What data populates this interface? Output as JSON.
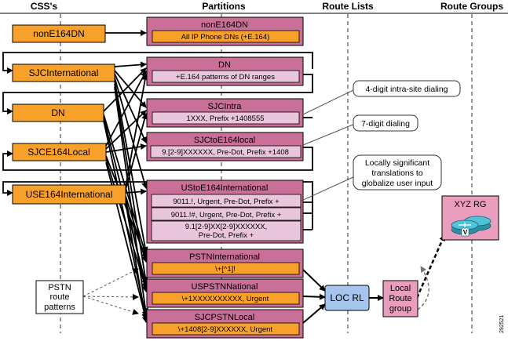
{
  "headers": {
    "css": "CSS's",
    "partitions": "Partitions",
    "route_lists": "Route Lists",
    "route_groups": "Route Groups"
  },
  "css_boxes": [
    "nonE164DN",
    "SJCInternational",
    "DN",
    "SJCE164Local",
    "USE164International"
  ],
  "partitions": {
    "p1": {
      "title": "nonE164DN",
      "pattern": "All IP Phone DNs (+E.164)"
    },
    "p2": {
      "title": "DN",
      "pattern": "+E.164 patterns of DN ranges"
    },
    "p3": {
      "title": "SJCIntra",
      "pattern": "1XXX, Prefix +1408555"
    },
    "p4": {
      "title": "SJCtoE164local",
      "pattern": "9.[2-9]XXXXXX, Pre-Dot, Prefix +1408"
    },
    "p5": {
      "title": "UStoE164International",
      "pattern1": "9011.!, Urgent, Pre-Dot, Prefix +",
      "pattern2": "9011.!#, Urgent, Pre-Dot, Prefix +",
      "pattern3a": "9.1[2-9]XX[2-9]XXXXXX,",
      "pattern3b": "Pre-Dot, Prefix +"
    },
    "p6": {
      "title": "PSTNInternational",
      "pattern": "\\+[^1]!"
    },
    "p7": {
      "title": "USPSTNNational",
      "pattern": "\\+1XXXXXXXXXX, Urgent"
    },
    "p8": {
      "title": "SJCPSTNLocal",
      "pattern": "\\+1408[2-9]XXXXXX, Urgent"
    }
  },
  "callouts": {
    "c1": "4-digit intra-site dialing",
    "c2": "7-digit dialing",
    "c3_lines": [
      "Locally significant",
      "translations to",
      "globalize user input"
    ]
  },
  "pstn_box_lines": [
    "PSTN",
    "route",
    "patterns"
  ],
  "route_list": "LOC RL",
  "local_route_group_lines": [
    "Local",
    "Route",
    "group"
  ],
  "xyz_rg": "XYZ RG",
  "router_label": "V",
  "figure_id": "292521",
  "colors": {
    "css_fill": "#f7a12a",
    "partition_fill": "#c96f98",
    "pattern_fill": "#e9c6dc",
    "route_list_fill": "#a6c5ee",
    "local_group_fill": "#eb9dbd",
    "router_fill": "#4fc4d8"
  }
}
